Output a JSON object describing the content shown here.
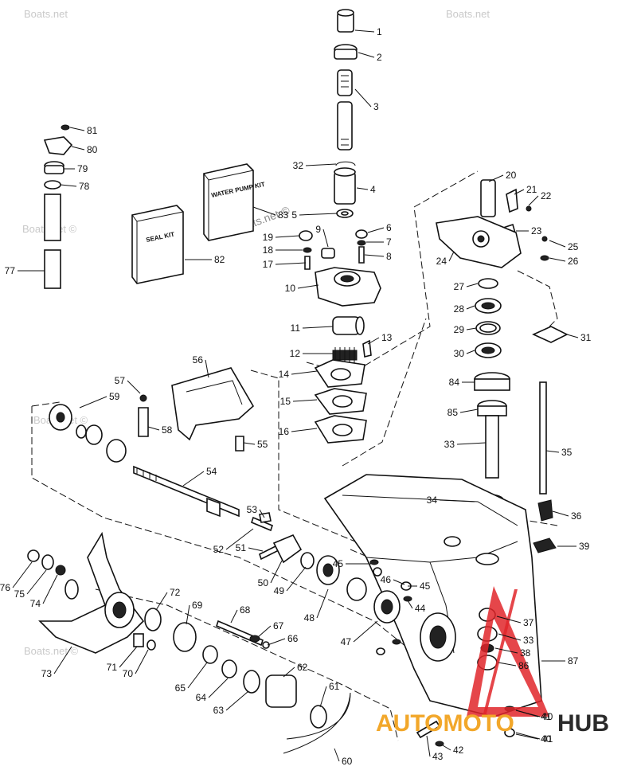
{
  "watermarks": [
    "Boats.net",
    "Boats.net",
    "Boats.net ©",
    "Boats.net ©",
    "Boats.net ©",
    "Boats.net ©"
  ],
  "logo": {
    "text_a": "AUTOMOTO",
    "text_b": "HUB",
    "color_a": "#f2a72a",
    "color_b": "#2a2a2a",
    "triangle_color": "#e0262a"
  },
  "kits": {
    "water_pump": "WATER PUMP KIT",
    "seal": "SEAL KIT"
  },
  "callouts": [
    "1",
    "2",
    "3",
    "32",
    "4",
    "5",
    "6",
    "7",
    "8",
    "9",
    "10",
    "17",
    "18",
    "19",
    "11",
    "12",
    "13",
    "14",
    "15",
    "16",
    "20",
    "21",
    "22",
    "23",
    "24",
    "25",
    "26",
    "27",
    "28",
    "29",
    "30",
    "31",
    "84",
    "85",
    "33",
    "35",
    "34",
    "36",
    "39",
    "37",
    "33",
    "38",
    "86",
    "87",
    "41",
    "40",
    "42",
    "43",
    "44",
    "45",
    "45",
    "46",
    "47",
    "48",
    "49",
    "50",
    "51",
    "52",
    "53",
    "54",
    "55",
    "56",
    "57",
    "58",
    "59",
    "60",
    "61",
    "62",
    "63",
    "64",
    "65",
    "66",
    "67",
    "68",
    "69",
    "70",
    "71",
    "72",
    "73",
    "74",
    "75",
    "76",
    "77",
    "78",
    "79",
    "80",
    "81",
    "82",
    "83",
    "40",
    "41"
  ]
}
